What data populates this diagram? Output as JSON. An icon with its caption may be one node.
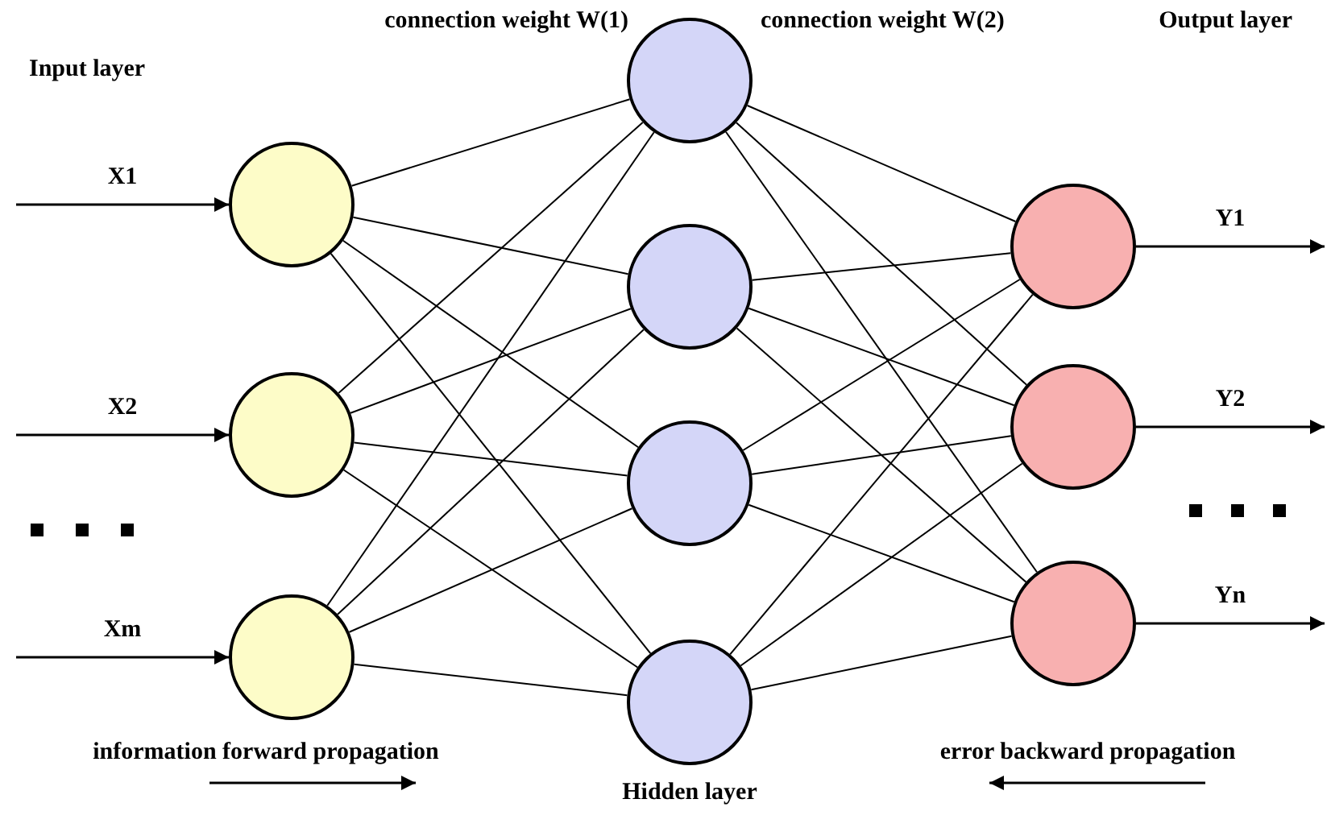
{
  "diagram": {
    "nodes": [
      {
        "text": [],
        "shape": "circle"
      },
      {
        "text": [],
        "shape": "circle"
      },
      {
        "text": [],
        "shape": "circle"
      },
      {
        "text": [],
        "shape": "circle"
      },
      {
        "text": [],
        "shape": "circle"
      },
      {
        "text": [],
        "shape": "circle"
      },
      {
        "text": [],
        "shape": "circle"
      },
      {
        "text": [],
        "shape": "circle"
      },
      {
        "text": [],
        "shape": "circle"
      },
      {
        "text": [],
        "shape": "circle"
      }
    ],
    "edges": [
      {
        "from": null,
        "to": 0,
        "arrow": "to",
        "label": "X1"
      },
      {
        "from": null,
        "to": 1,
        "arrow": "to",
        "label": "X2"
      },
      {
        "from": null,
        "to": 2,
        "arrow": "to",
        "label": "Xm"
      },
      {
        "from": 0,
        "to": 3,
        "arrow": "none"
      },
      {
        "from": 0,
        "to": 4,
        "arrow": "none"
      },
      {
        "from": 0,
        "to": 5,
        "arrow": "none"
      },
      {
        "from": 0,
        "to": 6,
        "arrow": "none"
      },
      {
        "from": 1,
        "to": 3,
        "arrow": "none"
      },
      {
        "from": 1,
        "to": 4,
        "arrow": "none"
      },
      {
        "from": 1,
        "to": 5,
        "arrow": "none"
      },
      {
        "from": 1,
        "to": 6,
        "arrow": "none"
      },
      {
        "from": 2,
        "to": 3,
        "arrow": "none"
      },
      {
        "from": 2,
        "to": 4,
        "arrow": "none"
      },
      {
        "from": 2,
        "to": 5,
        "arrow": "none"
      },
      {
        "from": 2,
        "to": 6,
        "arrow": "none"
      },
      {
        "from": 3,
        "to": 7,
        "arrow": "none"
      },
      {
        "from": 3,
        "to": 8,
        "arrow": "none"
      },
      {
        "from": 3,
        "to": 9,
        "arrow": "none"
      },
      {
        "from": 4,
        "to": 7,
        "arrow": "none"
      },
      {
        "from": 4,
        "to": 8,
        "arrow": "none"
      },
      {
        "from": 4,
        "to": 9,
        "arrow": "none"
      },
      {
        "from": 5,
        "to": 7,
        "arrow": "none"
      },
      {
        "from": 5,
        "to": 8,
        "arrow": "none"
      },
      {
        "from": 5,
        "to": 9,
        "arrow": "none"
      },
      {
        "from": 6,
        "to": 7,
        "arrow": "none"
      },
      {
        "from": 6,
        "to": 8,
        "arrow": "none"
      },
      {
        "from": 6,
        "to": 9,
        "arrow": "none"
      },
      {
        "from": 7,
        "to": null,
        "arrow": "to",
        "label": "Y1"
      },
      {
        "from": 8,
        "to": null,
        "arrow": "to",
        "label": "Y2"
      },
      {
        "from": 9,
        "to": null,
        "arrow": "to",
        "label": "Yn"
      }
    ],
    "labels": [
      "Input layer",
      "connection weight W(1)",
      "connection weight W(2)",
      "Output layer",
      "information forward propagation",
      "Hidden layer",
      "error backward propagation"
    ]
  }
}
